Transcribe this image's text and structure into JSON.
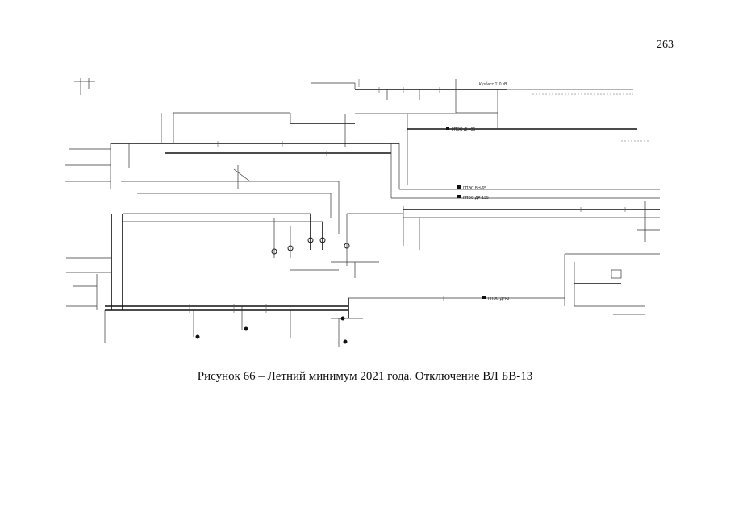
{
  "page": {
    "number": "263"
  },
  "figure": {
    "caption": "Рисунок 66 – Летний минимум 2021 года. Отключение ВЛ БВ-13"
  },
  "diagram": {
    "labels": {
      "kuzbass": "Кузбасс 110 кВ",
      "gpps_dn96": "ГПЭС ДН-96",
      "gpps_bn65": "ГПЭС БН-65",
      "gpps_dp135": "ГПЭС ДР-135",
      "gpps_dn3": "ГПЭС ДН-3"
    }
  }
}
